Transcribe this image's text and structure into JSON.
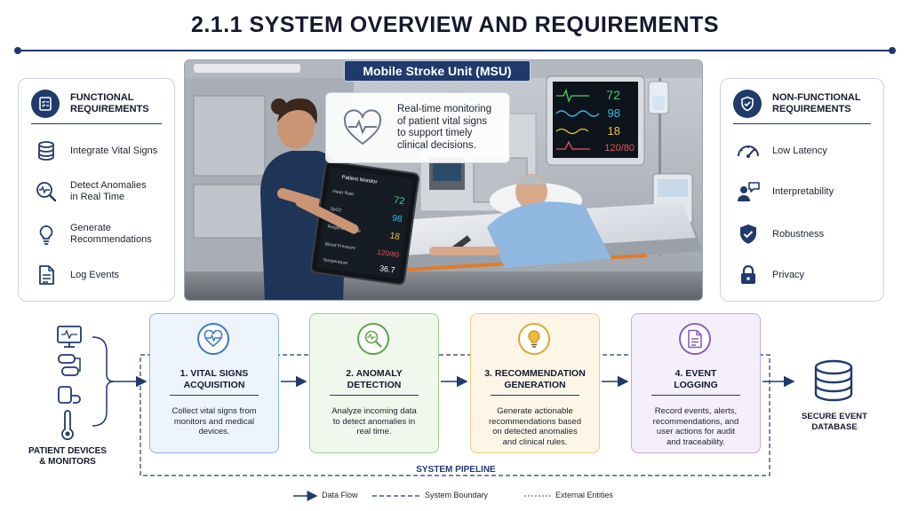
{
  "title": "2.1.1 SYSTEM OVERVIEW AND REQUIREMENTS",
  "functional": {
    "heading": [
      "FUNCTIONAL",
      "REQUIREMENTS"
    ],
    "items": [
      {
        "icon": "database-icon",
        "label": [
          "Integrate Vital Signs"
        ]
      },
      {
        "icon": "magnifier-pulse-icon",
        "label": [
          "Detect Anomalies",
          "in Real Time"
        ]
      },
      {
        "icon": "lightbulb-icon",
        "label": [
          "Generate",
          "Recommendations"
        ]
      },
      {
        "icon": "document-icon",
        "label": [
          "Log Events"
        ]
      }
    ]
  },
  "non_functional": {
    "heading": [
      "NON-FUNCTIONAL",
      "REQUIREMENTS"
    ],
    "items": [
      {
        "icon": "speedometer-icon",
        "label": [
          "Low Latency"
        ]
      },
      {
        "icon": "person-speech-icon",
        "label": [
          "Interpretability"
        ]
      },
      {
        "icon": "shield-check-icon",
        "label": [
          "Robustness"
        ]
      },
      {
        "icon": "padlock-icon",
        "label": [
          "Privacy"
        ]
      }
    ]
  },
  "scene": {
    "badge": "Mobile Stroke Unit (MSU)",
    "callout": [
      "Real-time monitoring",
      "of patient vital signs",
      "to support timely",
      "clinical decisions."
    ],
    "monitor": {
      "values": [
        "72",
        "98",
        "18",
        "120/80"
      ]
    },
    "tablet": {
      "header": "Patient Monitor",
      "rows": [
        {
          "label": "Heart Rate",
          "value": "72"
        },
        {
          "label": "SpO2",
          "value": "98"
        },
        {
          "label": "Respiratory Rate",
          "value": "18"
        },
        {
          "label": "Blood Pressure",
          "value": "120/80"
        },
        {
          "label": "Temperature",
          "value": "36.7"
        }
      ]
    }
  },
  "devices_label": [
    "PATIENT DEVICES",
    "& MONITORS"
  ],
  "stages": [
    {
      "title": [
        "1. VITAL SIGNS",
        "ACQUISITION"
      ],
      "desc": [
        "Collect vital signs from",
        "monitors and medical",
        "devices."
      ],
      "icon": "heart-pulse-icon"
    },
    {
      "title": [
        "2. ANOMALY",
        "DETECTION"
      ],
      "desc": [
        "Analyze incoming data",
        "to detect anomalies in",
        "real time."
      ],
      "icon": "magnifier-pulse-icon"
    },
    {
      "title": [
        "3. RECOMMENDATION",
        "GENERATION"
      ],
      "desc": [
        "Generate actionable",
        "recommendations based",
        "on detected anomalies",
        "and clinical rules."
      ],
      "icon": "lightbulb-icon"
    },
    {
      "title": [
        "4. EVENT",
        "LOGGING"
      ],
      "desc": [
        "Record events, alerts,",
        "recommendations, and",
        "user actions for audit",
        "and traceability."
      ],
      "icon": "document-icon"
    }
  ],
  "database_label": [
    "SECURE EVENT",
    "DATABASE"
  ],
  "pipeline_label": "SYSTEM PIPELINE",
  "legend": {
    "data_flow": "Data Flow",
    "system_boundary": "System Boundary",
    "external_entities": "External Entities"
  },
  "colors": {
    "navy": "#1f3a6b",
    "stage1": "#3b78c4",
    "stage2": "#5aa64a",
    "stage3": "#e5a52e",
    "stage4": "#8a5cc2"
  }
}
